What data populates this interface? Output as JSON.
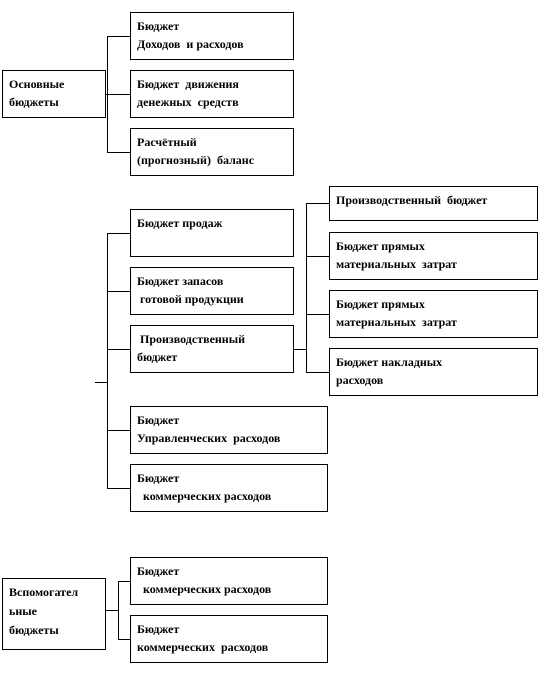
{
  "main": {
    "label": "Основные\nбюджеты",
    "items": [
      "Бюджет\nДоходов  и расходов",
      "Бюджет  движения\nденежных  средств",
      "Расчётный\n(прогнозный)  баланс"
    ]
  },
  "operational": {
    "items": [
      "Бюджет продаж",
      "Бюджет запасов\n готовой продукции",
      " Производственный\nбюджет",
      "Бюджет\nУправленческих  расходов",
      "Бюджет\n  коммерческих расходов"
    ],
    "production_sub": [
      "Производственный  бюджет",
      "Бюджет прямых\nматериальных  затрат",
      "Бюджет прямых\nматериальных  затрат",
      "Бюджет накладных\nрасходов"
    ]
  },
  "auxiliary": {
    "label": "Вспомогател\nьные\nбюджеты",
    "items": [
      "Бюджет\n  коммерческих расходов",
      "Бюджет\nкоммерческих  расходов"
    ]
  }
}
